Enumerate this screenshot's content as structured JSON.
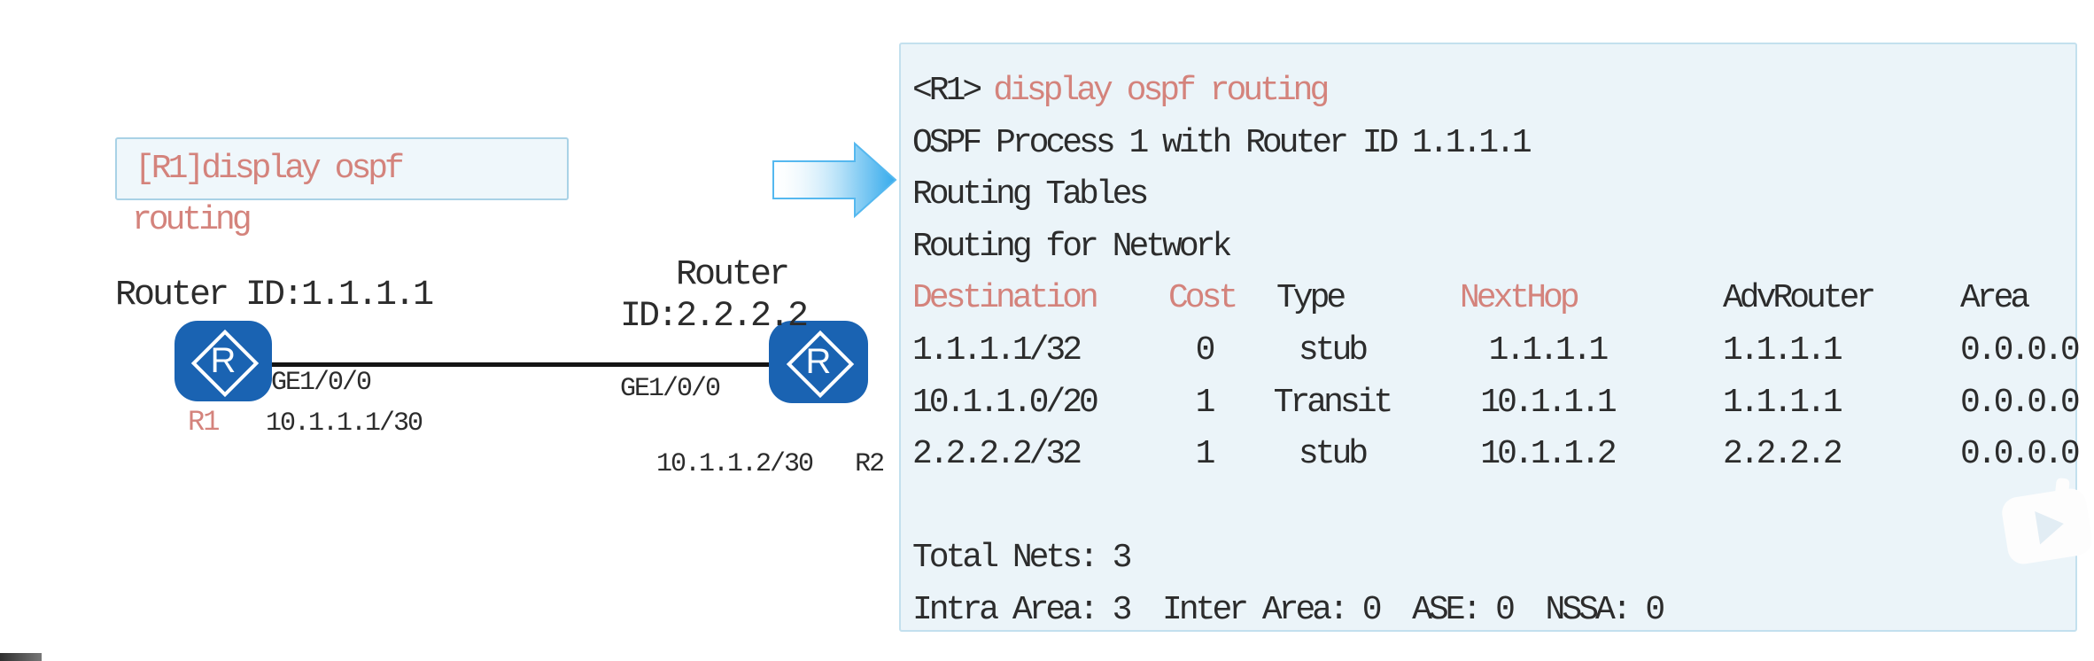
{
  "diagram": {
    "command_box_text": "[R1]display ospf",
    "command_wrap_text": "routing",
    "r1": {
      "router_id": "Router ID:1.1.1.1",
      "name": "R1",
      "interface_label": "GE1/0/0",
      "ip_label": "10.1.1.1/30",
      "icon_letter": "R"
    },
    "r2": {
      "router_id_line1": "Router",
      "router_id_line2": "ID:2.2.2.2",
      "name": "R2",
      "interface_label": "GE1/0/0",
      "ip_label": "10.1.1.2/30",
      "icon_letter": "R"
    }
  },
  "panel": {
    "prompt": "<R1>",
    "command": "display ospf routing",
    "lines": [
      "OSPF Process 1 with Router ID 1.1.1.1",
      "Routing Tables",
      "Routing for Network"
    ],
    "table": {
      "headers": [
        "Destination",
        "Cost",
        "Type",
        "NextHop",
        "AdvRouter",
        "Area"
      ],
      "rows": [
        [
          "1.1.1.1/32",
          "0",
          "stub",
          "1.1.1.1",
          "1.1.1.1",
          "0.0.0.0"
        ],
        [
          "10.1.1.0/20",
          "1",
          "Transit",
          "10.1.1.1",
          "1.1.1.1",
          "0.0.0.0"
        ],
        [
          "2.2.2.2/32",
          "1",
          "stub",
          "10.1.1.2",
          "2.2.2.2",
          "0.0.0.0"
        ]
      ]
    },
    "total_nets": "Total Nets: 3",
    "summary": "Intra Area: 3  Inter Area: 0  ASE: 0  NSSA: 0"
  },
  "colors": {
    "accent_red": "#d4837c",
    "text_dark": "#2c2c2c",
    "router_blue": "#1a63b2",
    "panel_bg": "#ebf4f9",
    "panel_border": "#c3e0ee",
    "arrow_blue": "#35aaec"
  }
}
